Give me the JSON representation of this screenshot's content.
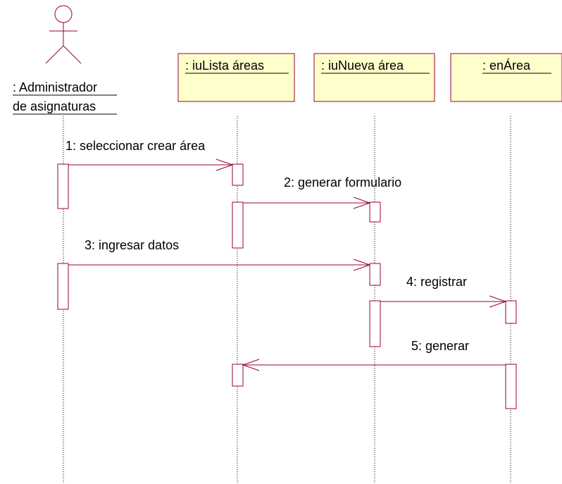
{
  "actor": {
    "line1": ": Administrador",
    "line2": "de asignaturas"
  },
  "objects": [
    {
      "label": ": iuLista áreas"
    },
    {
      "label": ": iuNueva área"
    },
    {
      "label": ": enÁrea"
    }
  ],
  "messages": [
    {
      "label": "1: seleccionar crear área"
    },
    {
      "label": "2: generar formulario"
    },
    {
      "label": "3: ingresar datos"
    },
    {
      "label": "4: registrar"
    },
    {
      "label": "5: generar"
    }
  ],
  "colors": {
    "object_fill": "#ffffcc",
    "line": "#990033"
  }
}
